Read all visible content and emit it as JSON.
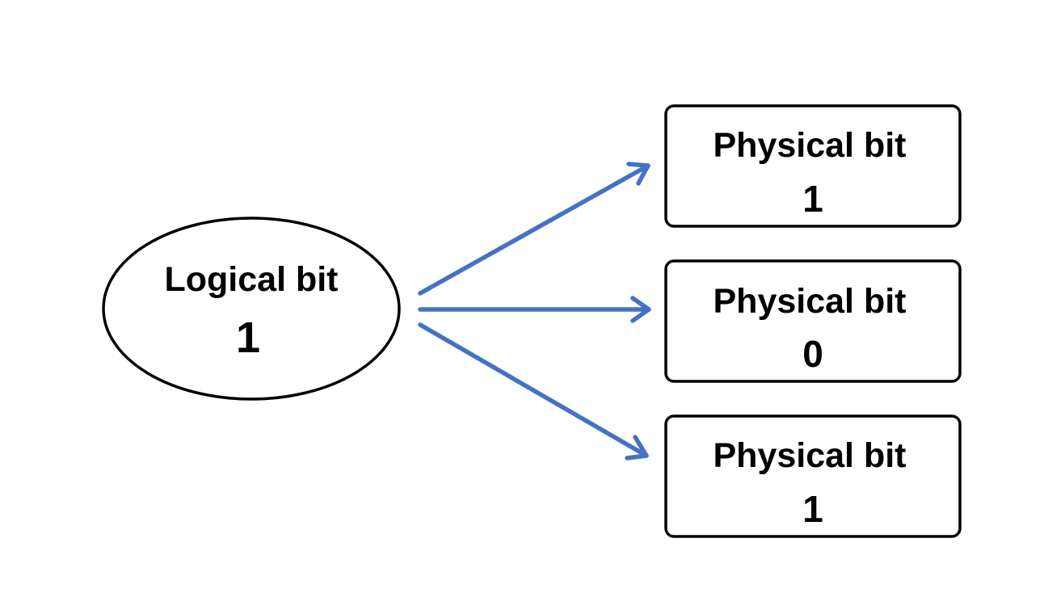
{
  "colors": {
    "arrow": "#4472c4",
    "stroke": "#000000",
    "background": "#ffffff"
  },
  "logical_node": {
    "title": "Logical bit",
    "value": "1"
  },
  "physical_nodes": [
    {
      "title": "Physical bit",
      "value": "1"
    },
    {
      "title": "Physical bit",
      "value": "0"
    },
    {
      "title": "Physical bit",
      "value": "1"
    }
  ],
  "edges": [
    {
      "from": "logical_node",
      "to": "physical_nodes.0"
    },
    {
      "from": "logical_node",
      "to": "physical_nodes.1"
    },
    {
      "from": "logical_node",
      "to": "physical_nodes.2"
    }
  ]
}
